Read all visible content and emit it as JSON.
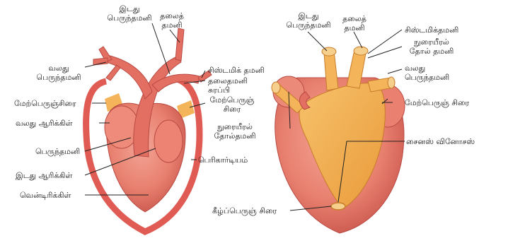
{
  "left_heart": {
    "labels": [
      {
        "id": "l1",
        "lines": [
          "இடது",
          "பெருந்தமனி"
        ]
      },
      {
        "id": "l2",
        "lines": [
          "தலைத்",
          "தமனி"
        ]
      },
      {
        "id": "l3",
        "lines": [
          "வலது",
          "பெருந்தமனி"
        ]
      },
      {
        "id": "l4",
        "lines": [
          "சிஸ்டமிக் தமனி"
        ]
      },
      {
        "id": "l5",
        "lines": [
          "தலைதமனி"
        ]
      },
      {
        "id": "l6",
        "lines": [
          "சுரப்பி"
        ]
      },
      {
        "id": "l7",
        "lines": [
          "மேற்பெருஞ்சிரை"
        ]
      },
      {
        "id": "l8",
        "lines": [
          "மேற்பெருஞ்",
          "சிரை"
        ]
      },
      {
        "id": "l9",
        "lines": [
          "வலது  ஆரிக்கிள்"
        ]
      },
      {
        "id": "l10",
        "lines": [
          "நுரையீரல்",
          "தோல்தமனி"
        ]
      },
      {
        "id": "l11",
        "lines": [
          "பெருந்தமனி"
        ]
      },
      {
        "id": "l12",
        "lines": [
          "பெரிகார்டியம்"
        ]
      },
      {
        "id": "l13",
        "lines": [
          "இடது  ஆரிக்கிள்"
        ]
      },
      {
        "id": "l14",
        "lines": [
          "வென்டிரிக்கிள்"
        ]
      }
    ]
  },
  "right_heart": {
    "labels": [
      {
        "id": "r1",
        "lines": [
          "இடது",
          "பெருந்தமனி"
        ]
      },
      {
        "id": "r2",
        "lines": [
          "தலைத்",
          "தமனி"
        ]
      },
      {
        "id": "r3",
        "lines": [
          "சிஸ்டமிக்தமனி"
        ]
      },
      {
        "id": "r4",
        "lines": [
          "நுரையீரல்",
          "தோல் தமனி"
        ]
      },
      {
        "id": "r5",
        "lines": [
          "வலது",
          "பெருந்தமனி"
        ]
      },
      {
        "id": "r6",
        "lines": [
          "மேற்பெருஞ் சிரை"
        ]
      },
      {
        "id": "r7",
        "lines": [
          "சைனஸ் வினோசஸ்"
        ]
      },
      {
        "id": "r8",
        "lines": [
          "கீழ்ப்பெருஞ் சிரை"
        ]
      }
    ]
  },
  "colors": {
    "heart": "#e8806f",
    "heart_dark": "#c9554c",
    "sinus": "#f2a94a",
    "pericardium": "#df5b54",
    "vein": "#f3b45a"
  }
}
